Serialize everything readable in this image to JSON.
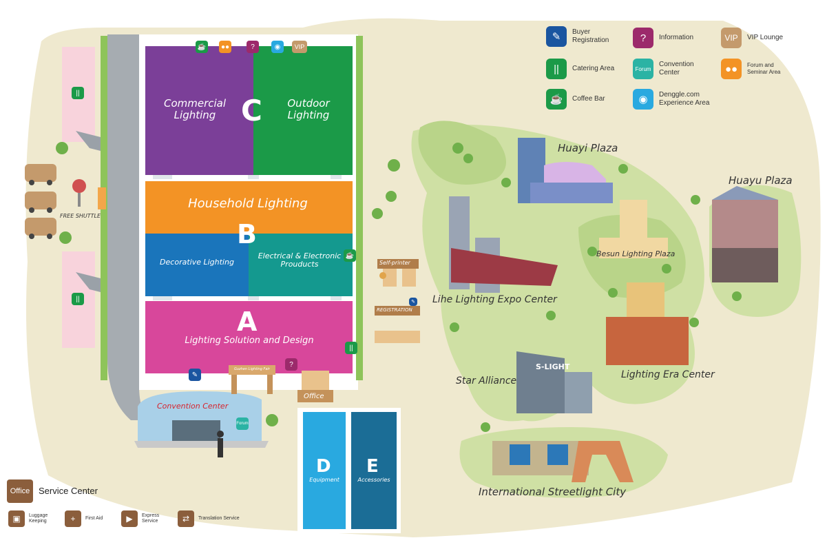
{
  "halls": {
    "c": {
      "letter": "C",
      "left": "Commercial Lighting",
      "right": "Outdoor Lighting"
    },
    "b": {
      "letter": "B",
      "top": "Household Lighting",
      "left": "Decorative Lighting",
      "right": "Electrical & Electronic Prouducts"
    },
    "a": {
      "letter": "A",
      "label": "Lighting Solution and Design"
    },
    "d": {
      "letter": "D",
      "label": "Equipment"
    },
    "e": {
      "letter": "E",
      "label": "Accessories"
    }
  },
  "places": {
    "convention_center": "Convention Center",
    "office": "Office",
    "self_printer": "Self-printer",
    "registration": "REGISTRATION",
    "free_shuttle": "FREE SHUTTLE",
    "gate_sign": "Guzhen Lighting Fair"
  },
  "landmarks": {
    "huayi": "Huayi Plaza",
    "huayu": "Huayu Plaza",
    "besun": "Besun Lighting Plaza",
    "lihe": "Lihe Lighting Expo Center",
    "lighting_era": "Lighting Era Center",
    "star_alliance": "Star Alliance",
    "streetlight": "International Streetlight City",
    "slight_sign": "S-LIGHT"
  },
  "legend": {
    "buyer_registration": "Buyer Registration",
    "information": "Information",
    "vip_lounge": "VIP Lounge",
    "vip_badge": "VIP",
    "catering_area": "Catering Area",
    "convention_center": "Convention Center",
    "forum_badge": "Forum",
    "forum_area": "Forum and Seminar Area",
    "coffee_bar": "Coffee Bar",
    "denggle": "Denggle.com Experience Area"
  },
  "service": {
    "badge": "Office",
    "title": "Service Center",
    "luggage": "Luggage Keeping",
    "first_aid": "First Aid",
    "express": "Express Service",
    "translation": "Translation Service"
  },
  "colors": {
    "hall_c_left": "#7b3f98",
    "hall_c_right": "#1b9a48",
    "hall_b_top": "#f39325",
    "hall_b_left": "#1a75bb",
    "hall_b_right": "#14998f",
    "hall_a": "#d8479b",
    "hall_d": "#29a9e0",
    "hall_e": "#1b6d96",
    "service_brown": "#8b5e3c"
  }
}
